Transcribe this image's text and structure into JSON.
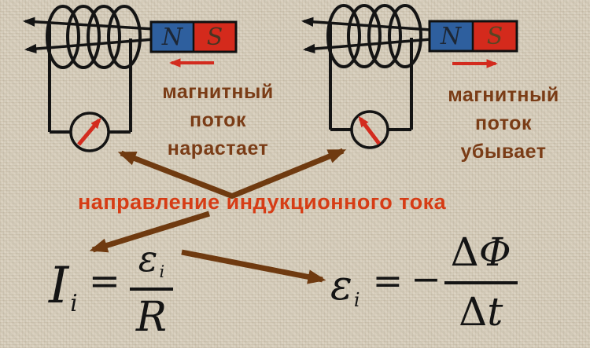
{
  "heading": {
    "text": "направление индукционного тока"
  },
  "panels": {
    "left": {
      "label_lines": [
        "магнитный",
        "поток",
        "нарастает"
      ],
      "magnet": {
        "north": "N",
        "south": "S"
      },
      "magnet_motion": "toward-coil"
    },
    "right": {
      "label_lines": [
        "магнитный",
        "поток",
        "убывает"
      ],
      "magnet": {
        "north": "N",
        "south": "S"
      },
      "magnet_motion": "away-from-coil"
    }
  },
  "formulas": {
    "current": {
      "lhs": "I",
      "lhs_sub": "i",
      "eq": "=",
      "num": "ε",
      "num_sub": "i",
      "den": "R"
    },
    "emf": {
      "lhs": "ε",
      "lhs_sub": "i",
      "eq": "=",
      "minus": "−",
      "num_delta": "Δ",
      "num_phi": "Φ",
      "den_delta": "Δ",
      "den_t": "t"
    }
  },
  "colors": {
    "background": "#d8cfbd",
    "wire": "#141414",
    "magnet_north": "#2e5f9e",
    "magnet_south": "#d42a1c",
    "red_arrow": "#d32b1e",
    "brown_arrow": "#6f3a10",
    "label_brown": "#7a3c16",
    "heading_red": "#d63c15",
    "formula_ink": "#141414"
  }
}
